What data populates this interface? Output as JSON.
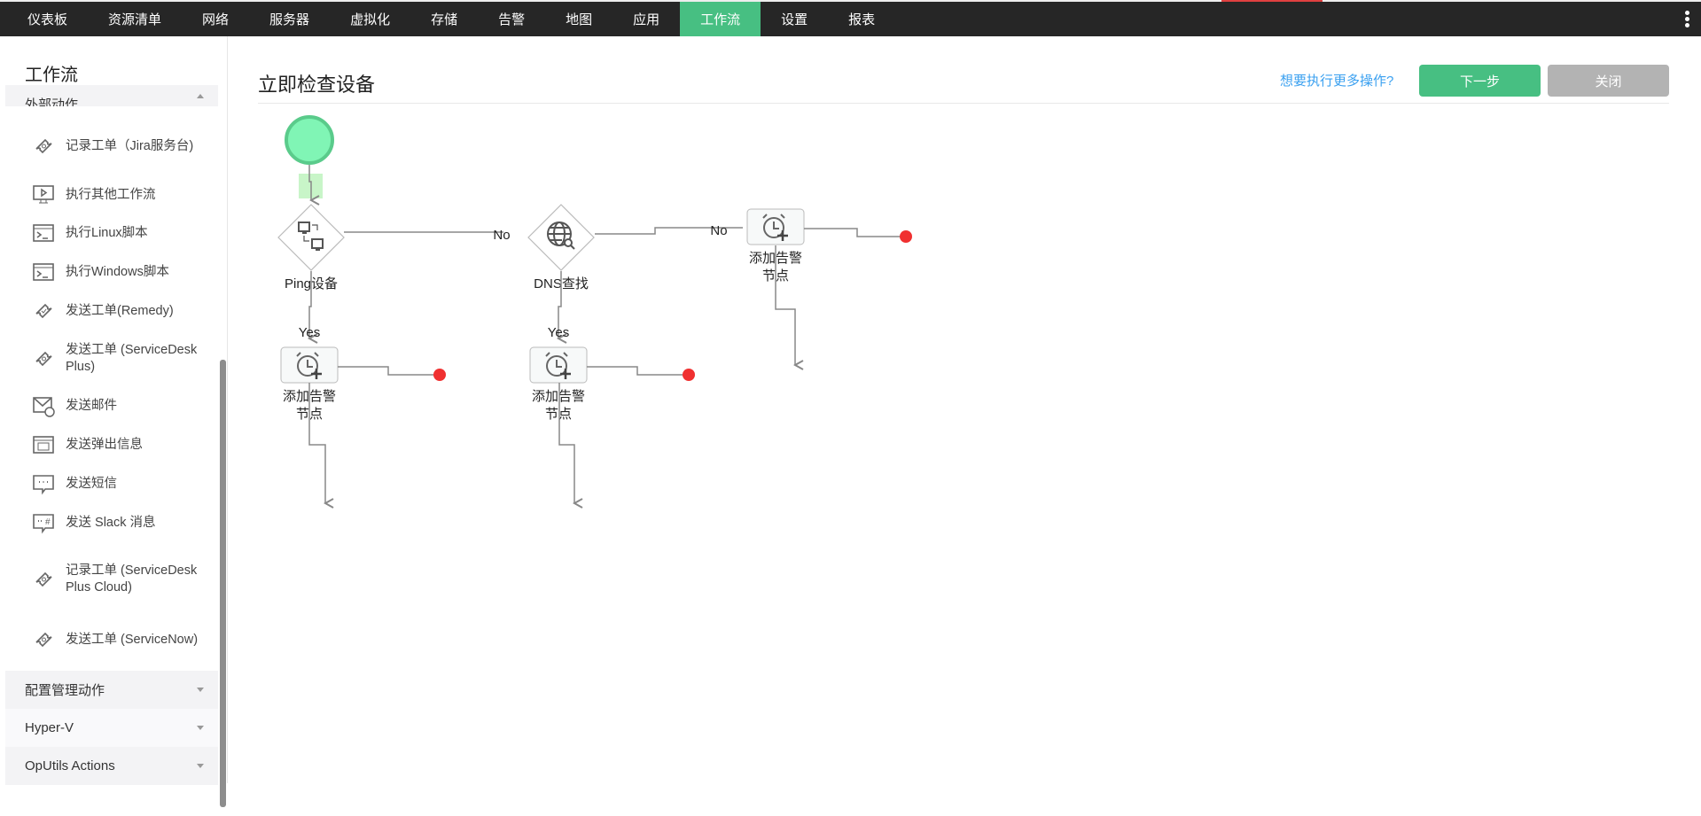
{
  "nav": {
    "items": [
      "仪表板",
      "资源清单",
      "网络",
      "服务器",
      "虚拟化",
      "存储",
      "告警",
      "地图",
      "应用",
      "工作流",
      "设置",
      "报表"
    ],
    "active": "工作流"
  },
  "sidebar": {
    "title": "工作流",
    "open_section": "外部动作",
    "items": [
      {
        "label": "记录工单（Jira服务台)",
        "icon": "ticket-icon"
      },
      {
        "label": "执行其他工作流",
        "icon": "monitor-play-icon"
      },
      {
        "label": "执行Linux脚本",
        "icon": "terminal-icon"
      },
      {
        "label": "执行Windows脚本",
        "icon": "terminal-icon"
      },
      {
        "label": "发送工单(Remedy)",
        "icon": "ticket-check-icon"
      },
      {
        "label": "发送工单 (ServiceDesk Plus)",
        "icon": "ticket-icon"
      },
      {
        "label": "发送邮件",
        "icon": "mail-icon"
      },
      {
        "label": "发送弹出信息",
        "icon": "popup-window-icon"
      },
      {
        "label": "发送短信",
        "icon": "sms-icon"
      },
      {
        "label": "发送 Slack 消息",
        "icon": "slack-message-icon"
      },
      {
        "label": "记录工单 (ServiceDesk Plus Cloud)",
        "icon": "ticket-icon"
      },
      {
        "label": "发送工单 (ServiceNow)",
        "icon": "ticket-icon"
      }
    ],
    "sections": [
      "配置管理动作",
      "Hyper-V",
      "OpUtils Actions"
    ]
  },
  "main": {
    "title": "立即检查设备",
    "more_link": "想要执行更多操作?",
    "next_button": "下一步",
    "close_button": "关闭"
  },
  "flow": {
    "ping_label": "Ping设备",
    "dns_label": "DNS查找",
    "alarm_label_1": "添加告警",
    "alarm_label_2": "节点",
    "no_label": "No",
    "yes_label": "Yes"
  },
  "colors": {
    "accent": "#47bf82",
    "link": "#3aa0f0",
    "end_dot": "#f03030",
    "start_fill": "#80f5b5"
  }
}
